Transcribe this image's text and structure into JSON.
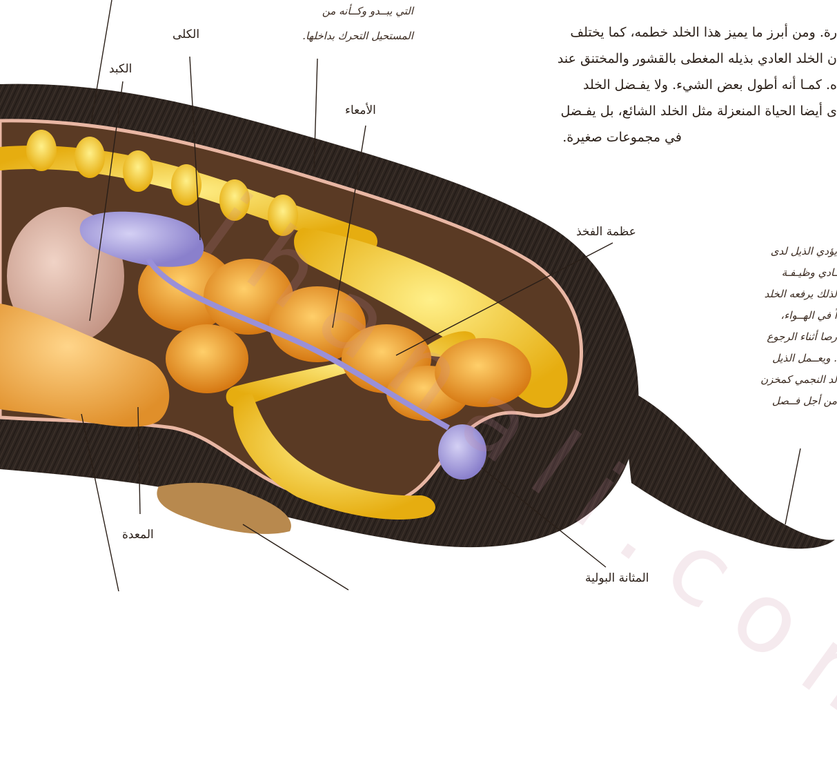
{
  "body_text": {
    "lines": [
      "رة. ومن أبرز ما يميز هذا الخلد خطمه، كما يختلف",
      "ن الخلد العادي بذيله المغطى بالقشور والمختنق عند",
      "ه. كمـا أنه أطول بعض الشيء. ولا يفـضل الخلد",
      "ى أيضا الحياة المنعزلة مثل الخلد الشائع، بل يفـضل",
      "في مجموعات صغيرة."
    ]
  },
  "top_caption": {
    "lines": [
      "التي يبــدو وكــأنه من",
      "المستحيل التحرك بداخلها."
    ]
  },
  "side_caption": {
    "lines": [
      "يؤدي الذيل لدى",
      "ـادي وظيـفـة",
      "لذلك يرفعه الخلد",
      "اً في الهــواء،",
      "رصا أثناء الرجوع",
      ". ويعــمل الذيل",
      "لد النجمي كمخزن",
      "من أجل فــصل"
    ]
  },
  "labels": {
    "kidneys": "الكلى",
    "liver": "الكبد",
    "intestines": "الأمعاء",
    "femur": "عظمة الفخذ",
    "stomach": "المعدة",
    "bladder": "المثانة البولية"
  },
  "colors": {
    "fur": "#2e2520",
    "flesh": "#5a3a24",
    "bone": "#f2c21a",
    "intestine": "#e8901c",
    "liver": "#d8b0a0",
    "kidney_bladder": "#9a90d8",
    "stomach": "#eda03a"
  }
}
